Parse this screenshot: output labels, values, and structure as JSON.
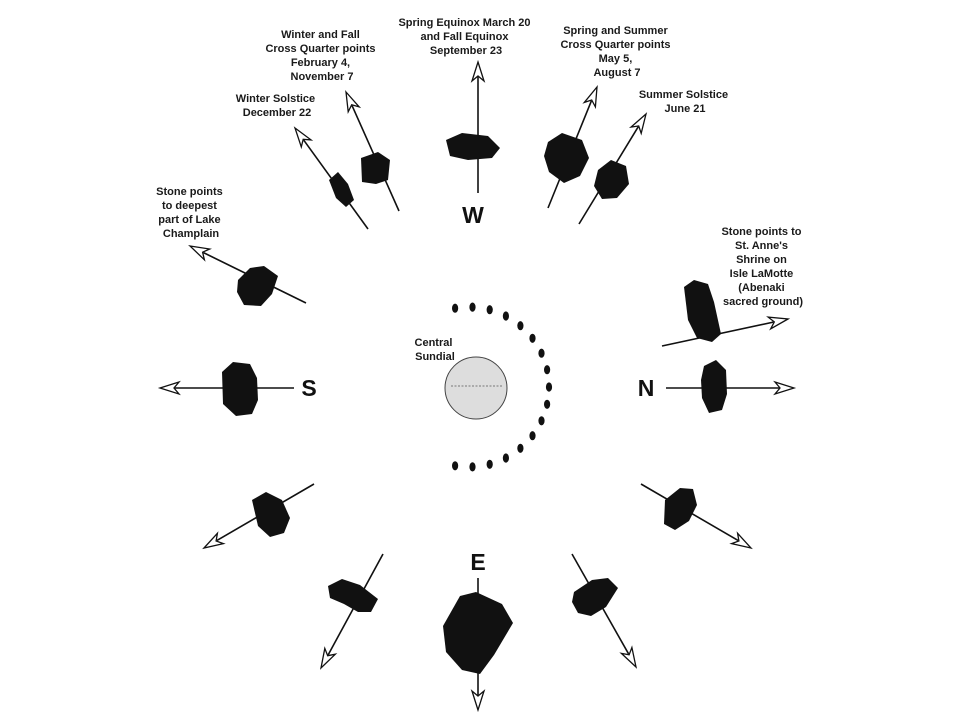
{
  "directions": {
    "north": "N",
    "south": "S",
    "east": "E",
    "west": "W"
  },
  "center": {
    "label_line1": "Central",
    "label_line2": "Sundial"
  },
  "labels": {
    "equinox": [
      "Spring Equinox March 20",
      "and Fall Equinox",
      "September 23"
    ],
    "winter_fall_cross": [
      "Winter and Fall",
      "Cross Quarter points",
      "February 4,",
      "November 7"
    ],
    "winter_solstice": [
      "Winter Solstice",
      "December 22"
    ],
    "spring_summer_cross": [
      "Spring and Summer",
      "Cross Quarter points",
      "May 5,",
      "August 7"
    ],
    "summer_solstice": [
      "Summer Solstice",
      "June 21"
    ],
    "lake_champlain": [
      "Stone points",
      "to deepest",
      "part of Lake",
      "Champlain"
    ],
    "st_annes": [
      "Stone points to",
      "St. Anne's",
      "Shrine on",
      "Isle LaMotte",
      "(Abenaki",
      "sacred ground)"
    ]
  },
  "colors": {
    "stone": "#111111",
    "sundial_fill": "#dddddd",
    "sundial_stroke": "#444444",
    "background": "#ffffff"
  }
}
